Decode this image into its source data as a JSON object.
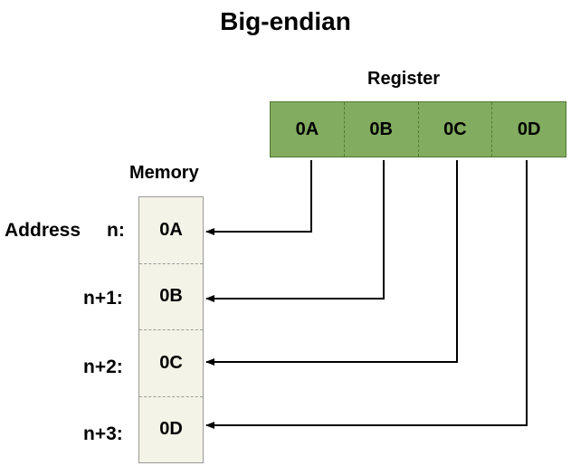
{
  "title": "Big-endian",
  "register": {
    "label": "Register",
    "cells": [
      "0A",
      "0B",
      "0C",
      "0D"
    ]
  },
  "memory": {
    "label": "Memory",
    "cells": [
      "0A",
      "0B",
      "0C",
      "0D"
    ],
    "addresses": [
      {
        "prefix": "Address",
        "text": "n:"
      },
      {
        "prefix": "",
        "text": "n+1:"
      },
      {
        "prefix": "",
        "text": "n+2:"
      },
      {
        "prefix": "",
        "text": "n+3:"
      }
    ]
  },
  "colors": {
    "register_fill": "#82ac5f",
    "memory_fill": "#f3f3e7"
  }
}
